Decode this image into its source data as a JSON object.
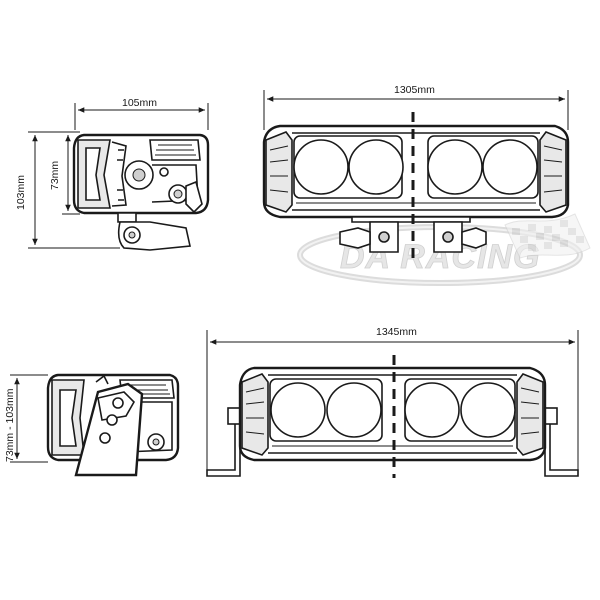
{
  "dimensions": {
    "top_side_width": "105mm",
    "top_side_height_inner": "73mm",
    "top_side_height_total": "103mm",
    "top_front_width": "1305mm",
    "bottom_front_width": "1345mm",
    "bottom_side_height": "73mm - 103mm"
  },
  "watermark": {
    "brand": "DA RACING"
  },
  "colors": {
    "ink": "#1a1a1a",
    "watermark": "#e6e6e6"
  }
}
